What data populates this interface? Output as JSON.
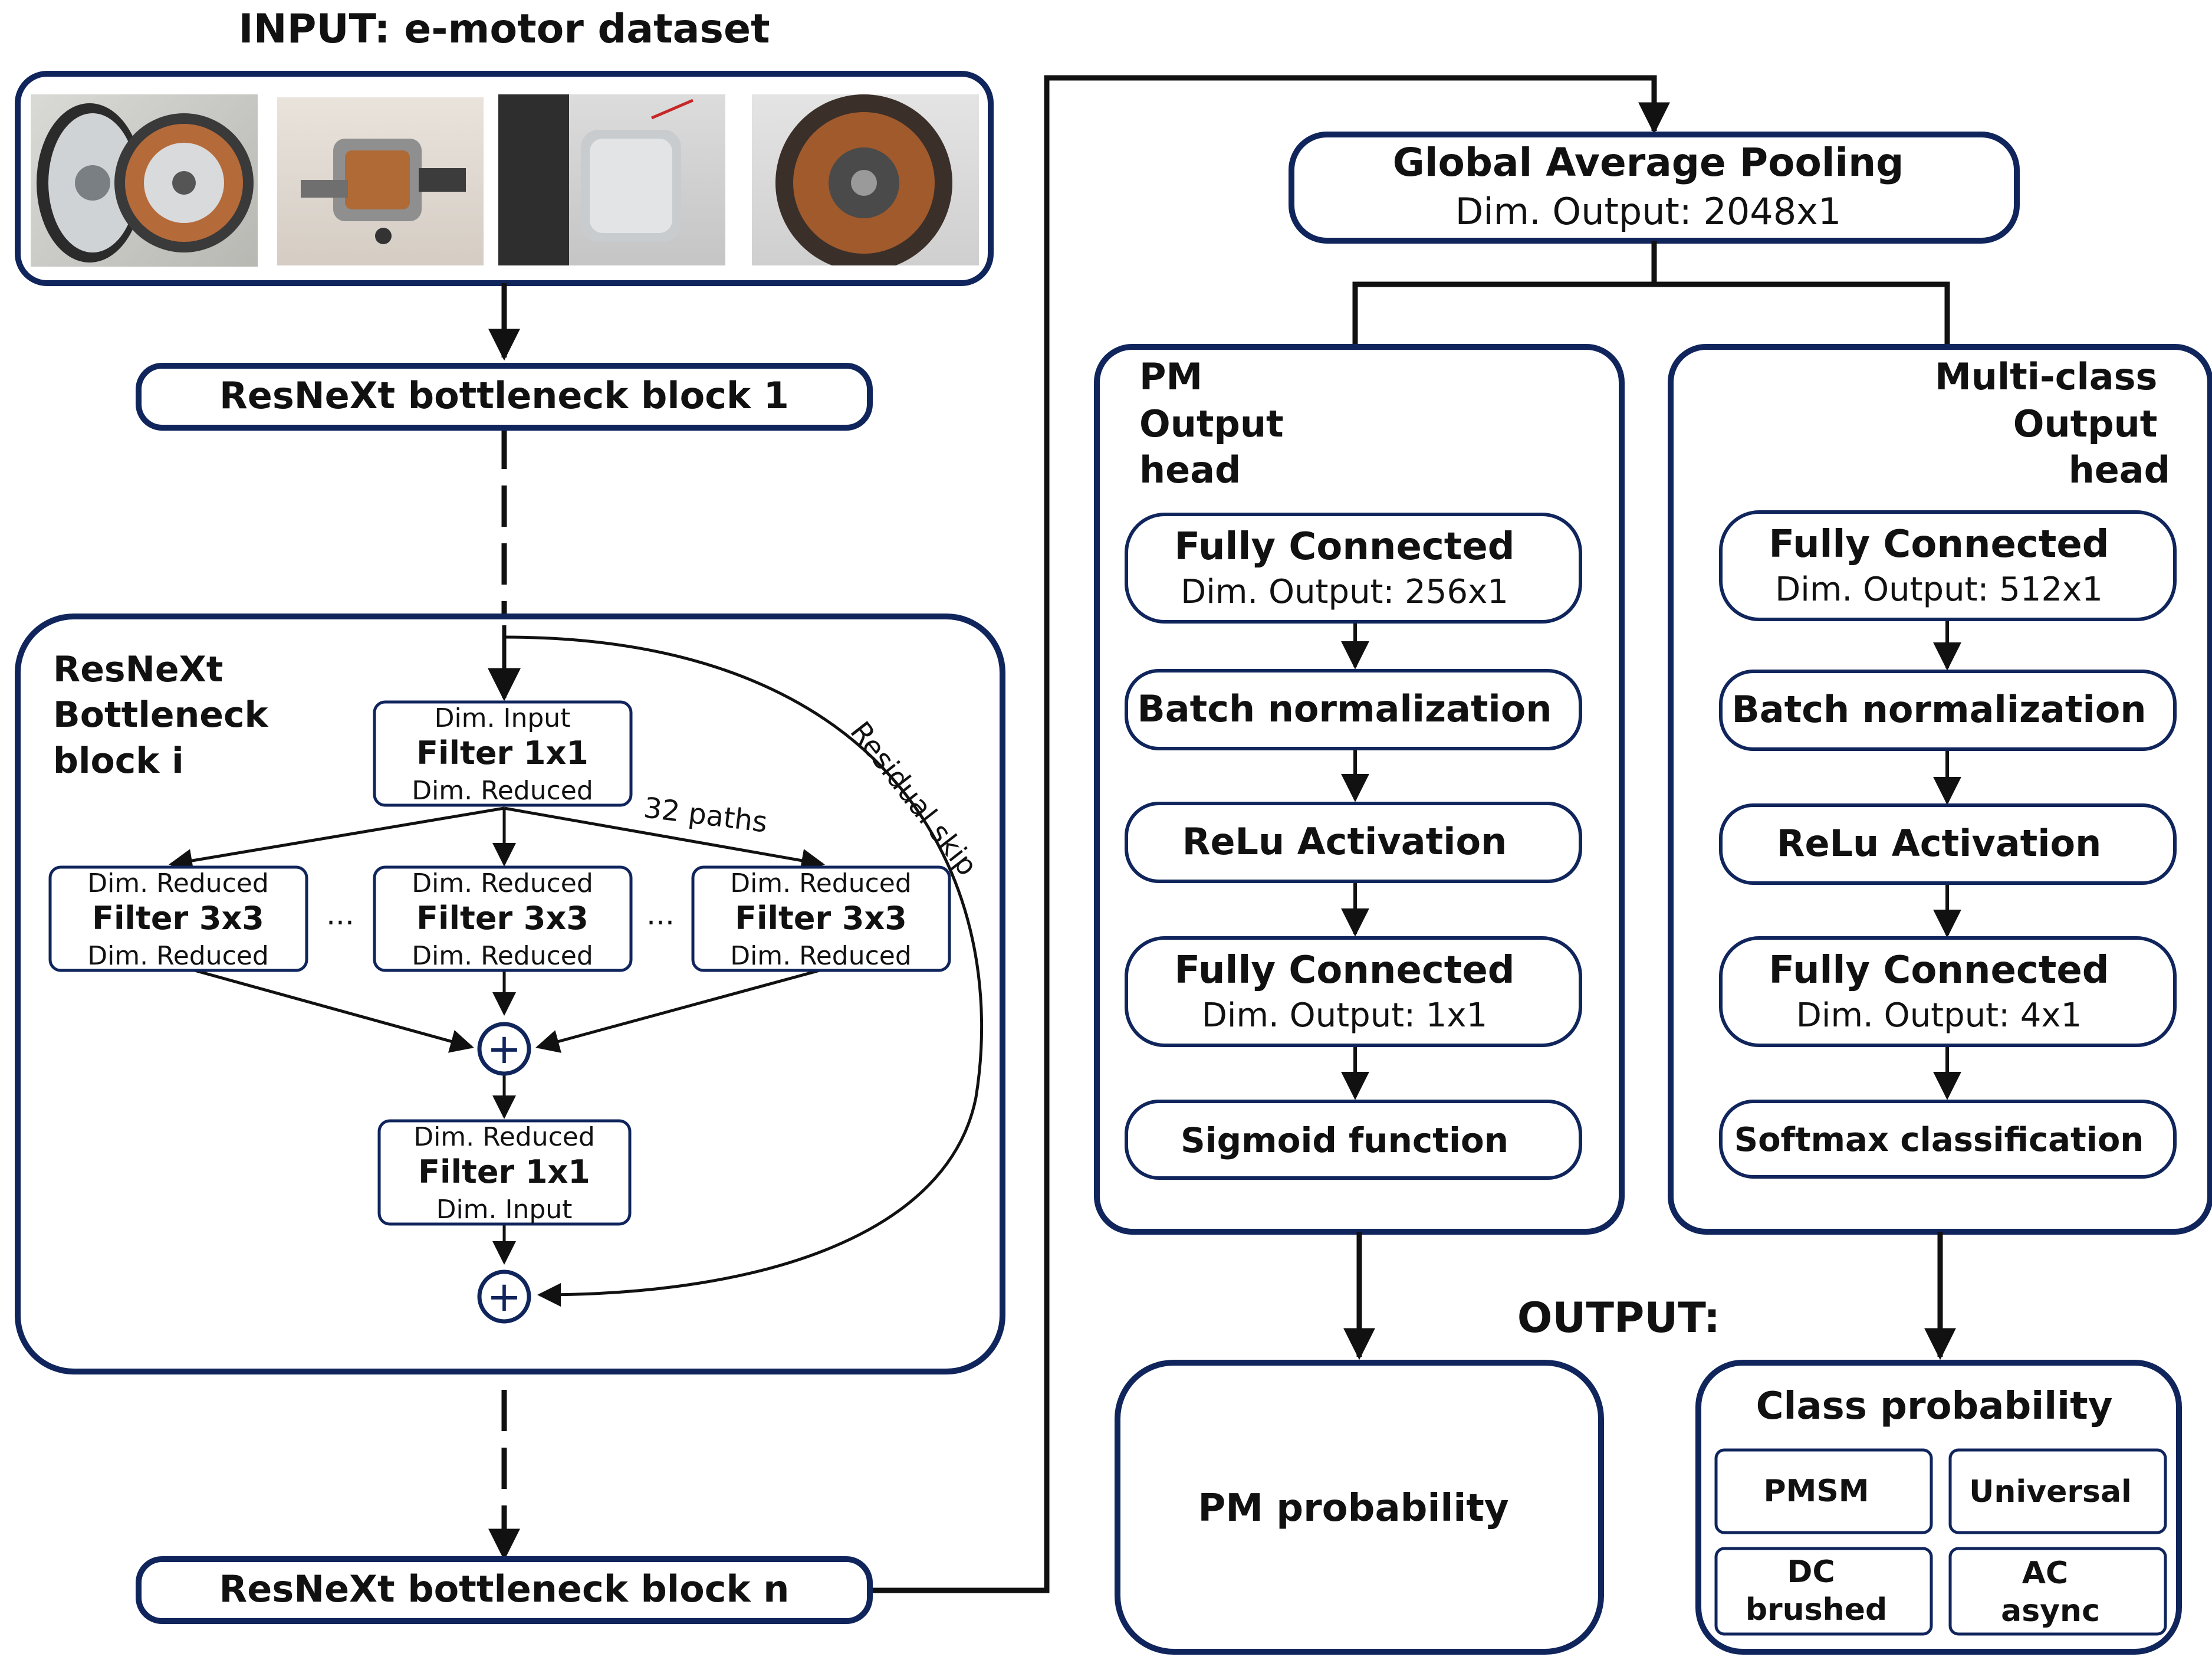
{
  "input": {
    "title": "INPUT: e-motor dataset",
    "photos": [
      "in-wheel-motor-photo",
      "universal-motor-photo",
      "dc-brushed-motor-photo",
      "ac-async-stator-photo"
    ]
  },
  "backbone": {
    "block1": "ResNeXt bottleneck block 1",
    "blockn": "ResNeXt bottleneck block n"
  },
  "bottleneck": {
    "title_lines": [
      "ResNeXt",
      "Bottleneck",
      "block i"
    ],
    "top": {
      "l1": "Dim. Input",
      "l2": "Filter 1x1",
      "l3": "Dim. Reduced"
    },
    "paths_label": "32 paths",
    "branch": {
      "l1": "Dim. Reduced",
      "l2": "Filter 3x3",
      "l3": "Dim. Reduced"
    },
    "ellipsis": "...",
    "bottom": {
      "l1": "Dim. Reduced",
      "l2": "Filter 1x1",
      "l3": "Dim. Input"
    },
    "skip_label": "Residual skip",
    "sum_symbol": "+"
  },
  "gap": {
    "title": "Global Average Pooling",
    "subtitle": "Dim. Output: 2048x1"
  },
  "pm_head": {
    "title_lines": [
      "PM",
      "Output",
      "head"
    ],
    "fc1": {
      "title": "Fully Connected",
      "sub": "Dim. Output: 256x1"
    },
    "bn": "Batch normalization",
    "relu": "ReLu Activation",
    "fc2": {
      "title": "Fully Connected",
      "sub": "Dim. Output: 1x1"
    },
    "final": "Sigmoid function"
  },
  "mc_head": {
    "title_lines": [
      "Multi-class",
      "Output",
      "head"
    ],
    "fc1": {
      "title": "Fully Connected",
      "sub": "Dim. Output: 512x1"
    },
    "bn": "Batch normalization",
    "relu": "ReLu Activation",
    "fc2": {
      "title": "Fully Connected",
      "sub": "Dim. Output: 4x1"
    },
    "final": "Softmax classification"
  },
  "output": {
    "label": "OUTPUT:",
    "pm": "PM probability",
    "class_title": "Class probability",
    "classes": [
      "PMSM",
      "Universal",
      "DC brushed",
      "AC async"
    ]
  },
  "colors": {
    "border": "#10255c",
    "line": "#111111"
  }
}
